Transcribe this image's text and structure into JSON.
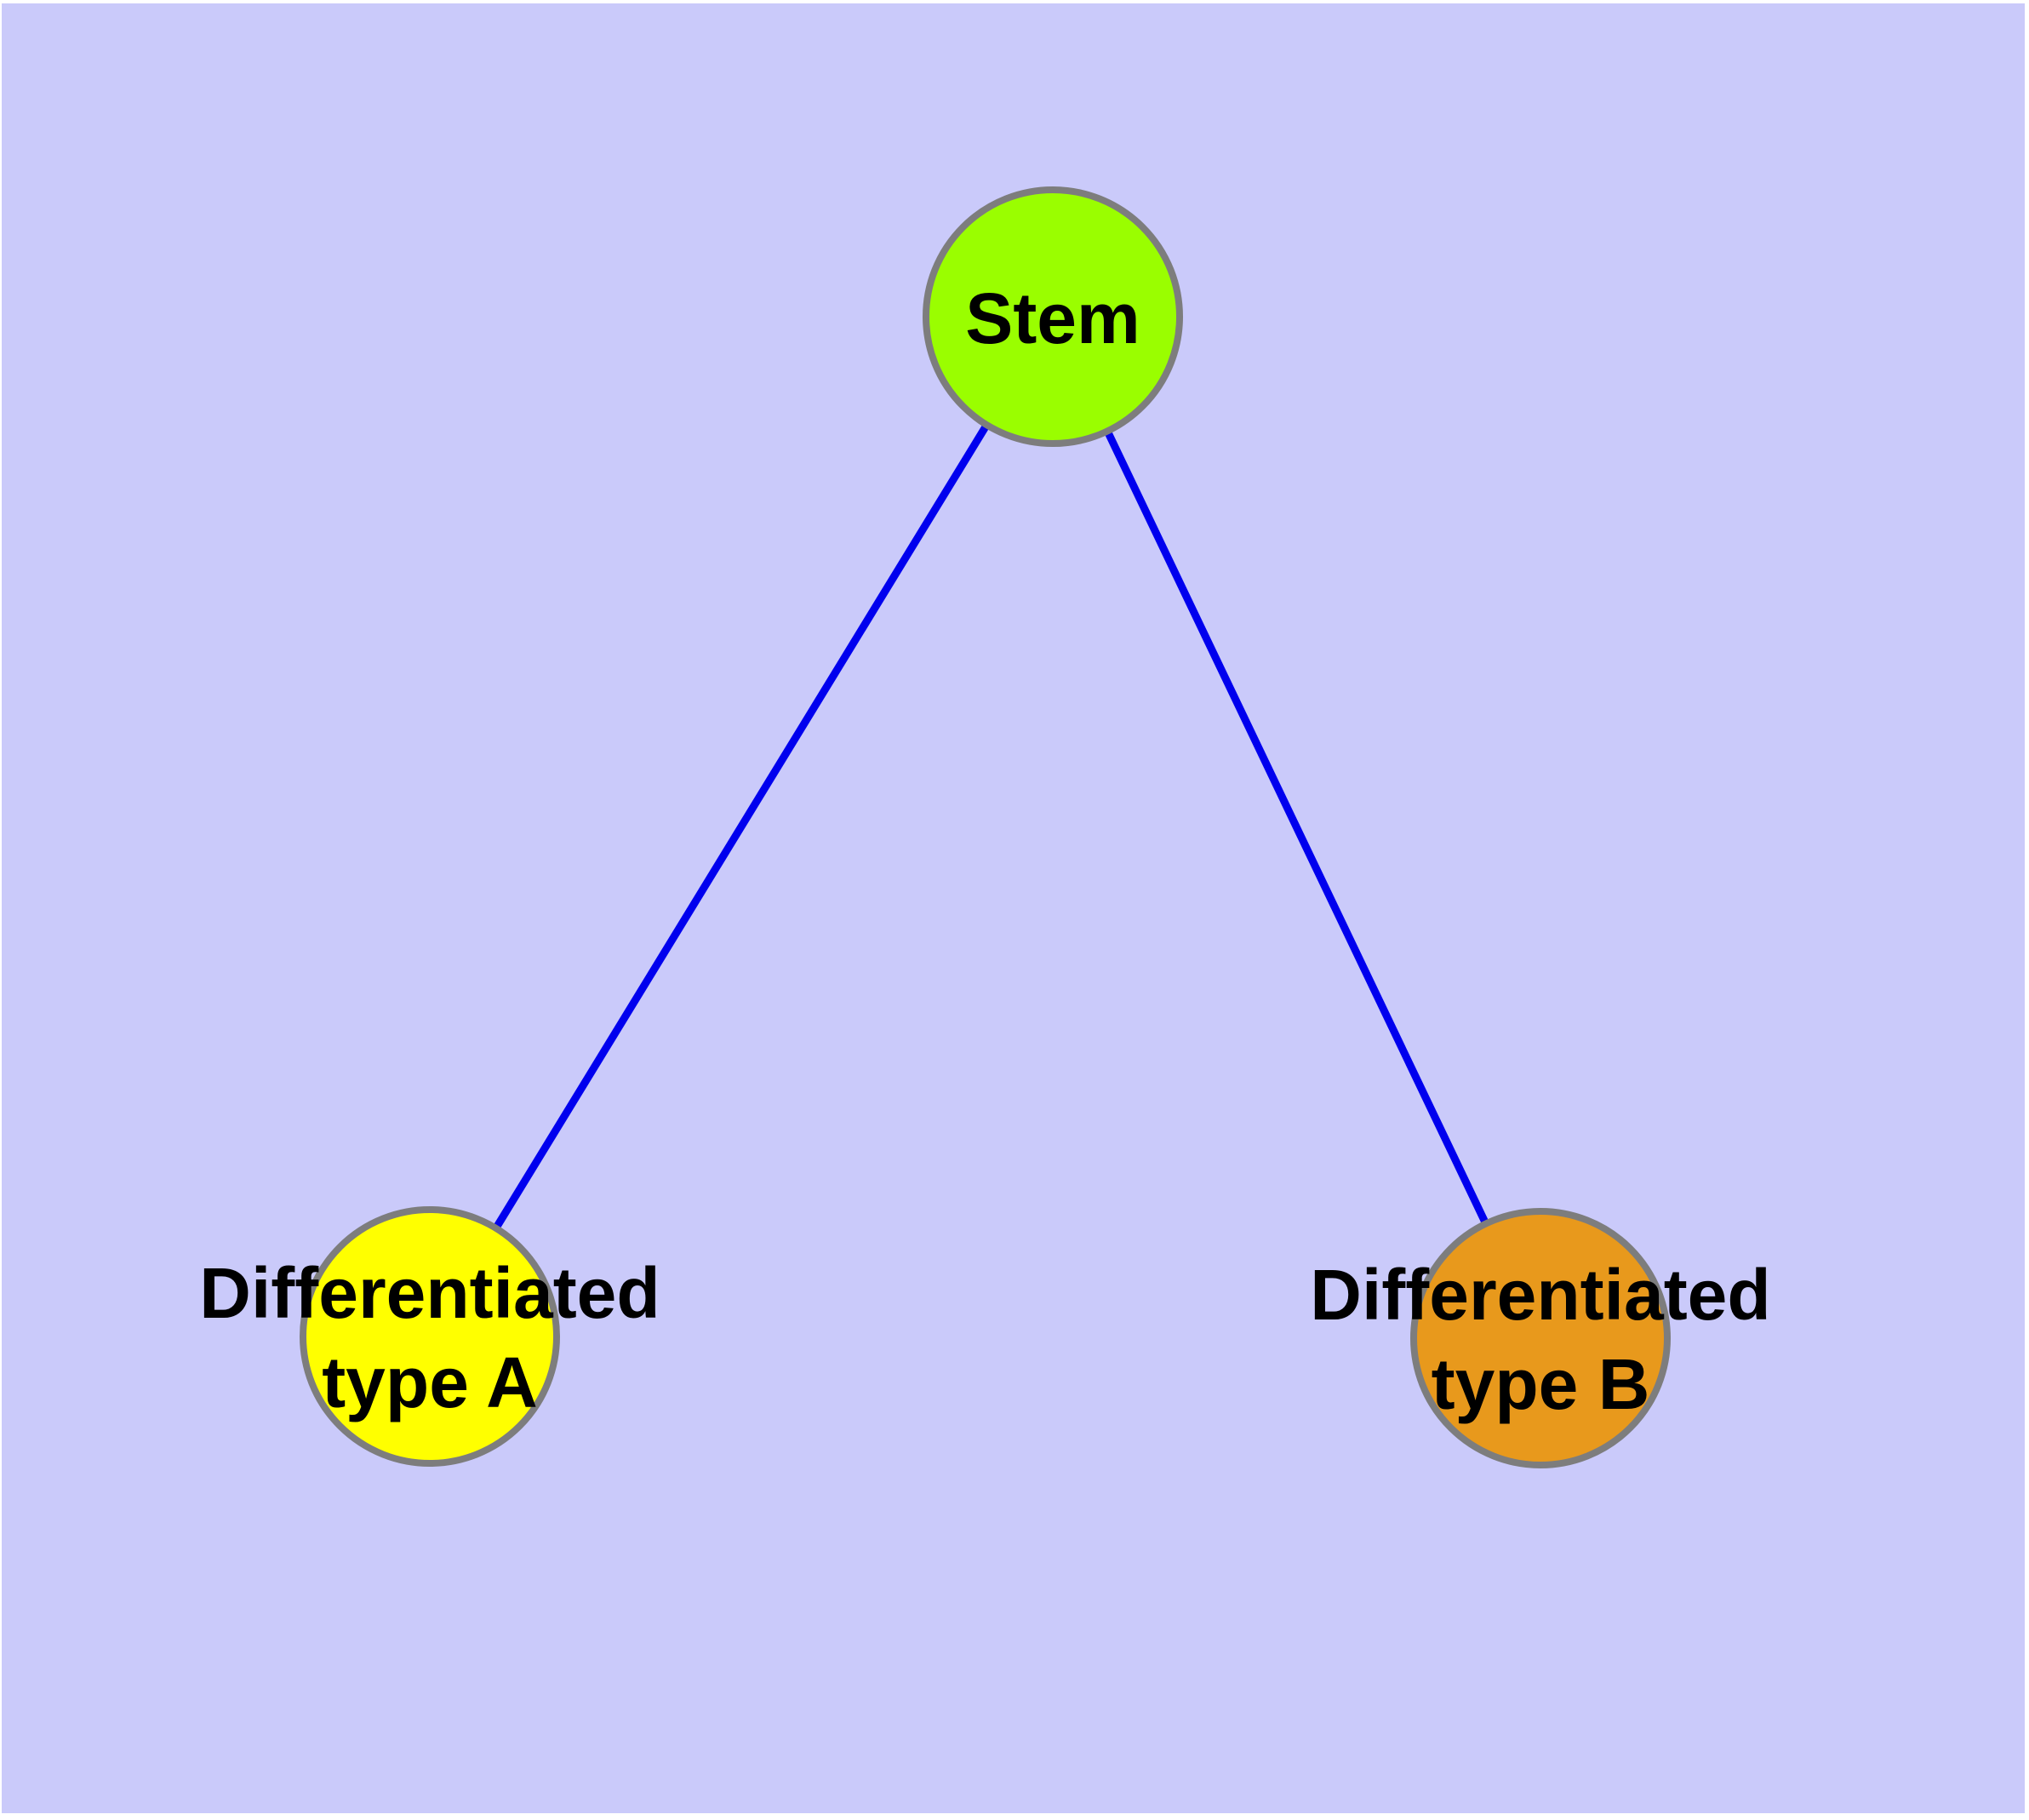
{
  "diagram": {
    "type": "graph",
    "background_color": "#cacafa",
    "outer_margin_color": "#ffffff",
    "edge_color": "#0000ee",
    "node_border_color": "#7d7d7d",
    "label_color": "#000000",
    "nodes": [
      {
        "id": "stem",
        "label": "Stem",
        "label_line1": "Stem",
        "label_line2": "",
        "fill": "#9afe00"
      },
      {
        "id": "differentiated-type-a",
        "label": "Differentiated type A",
        "label_line1": "Differentiated",
        "label_line2": "type A",
        "fill": "#ffff00"
      },
      {
        "id": "differentiated-type-b",
        "label": "Differentiated type B",
        "label_line1": "Differentiated",
        "label_line2": "type B",
        "fill": "#e8991c"
      }
    ],
    "edges": [
      {
        "from": "Stem",
        "to": "Differentiated type A"
      },
      {
        "from": "Stem",
        "to": "Differentiated type B"
      }
    ]
  }
}
